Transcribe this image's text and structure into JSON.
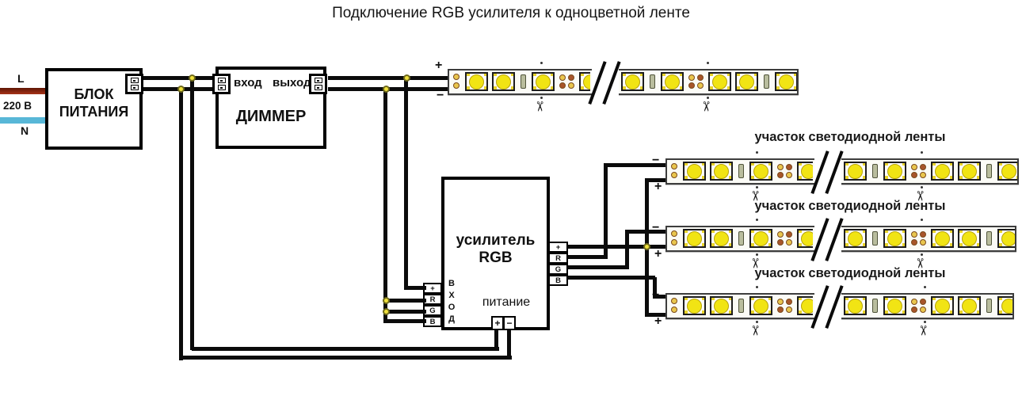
{
  "title": "Подключение RGB усилителя к одноцветной ленте",
  "mains": {
    "live_label": "L",
    "voltage_label": "220 В",
    "neutral_label": "N"
  },
  "psu": {
    "line1": "БЛОК",
    "line2": "ПИТАНИЯ"
  },
  "dimmer": {
    "input_label": "вход",
    "output_label": "выход",
    "name": "ДИММЕР"
  },
  "amplifier": {
    "name_line1": "усилитель",
    "name_line2": "RGB",
    "input_label": "ВХОД",
    "power_label": "питание",
    "input_terminals": [
      "+",
      "R",
      "G",
      "B"
    ],
    "output_terminals": [
      "+",
      "R",
      "G",
      "B"
    ],
    "power_terminals": [
      "+",
      "−"
    ]
  },
  "strips": [
    {
      "plus": "+",
      "minus": "−"
    },
    {
      "plus": "+",
      "minus": "−",
      "label": "участок светодиодной ленты"
    },
    {
      "plus": "+",
      "minus": "−",
      "label": "участок светодиодной ленты"
    },
    {
      "plus": "+",
      "minus": "−",
      "label": "участок светодиодной ленты"
    }
  ],
  "icons": {
    "scissors": "✂"
  },
  "colors": {
    "wire": "#0b0b0b",
    "live_wire": "#8b2412",
    "neutral_wire": "#58b7d7",
    "junction_dot": "#f0e13c",
    "led_yellow": "#f1e414",
    "pad_gold": "#e9c64d",
    "pad_brown": "#a8552a"
  }
}
